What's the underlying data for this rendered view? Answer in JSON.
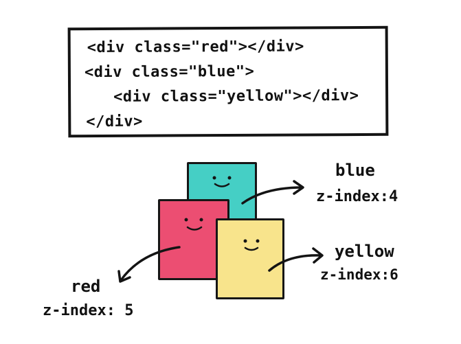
{
  "code": {
    "line1": "<div class=\"red\"></div>",
    "line2": "<div class=\"blue\">",
    "line3": "<div class=\"yellow\"></div>",
    "line4": "</div>"
  },
  "labels": {
    "blue_name": "blue",
    "blue_z": "z-index:4",
    "yellow_name": "yellow",
    "yellow_z": "z-index:6",
    "red_name": "red",
    "red_z": "z-index: 5"
  },
  "colors": {
    "blue": "#45cfc5",
    "red": "#ec4e72",
    "yellow": "#f8e48c",
    "ink": "#141414"
  }
}
